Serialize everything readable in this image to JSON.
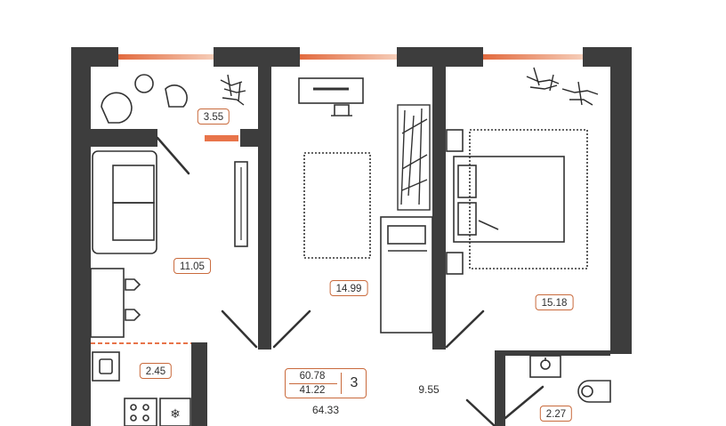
{
  "plan": {
    "rooms": [
      {
        "id": "balcony",
        "area": "3.55"
      },
      {
        "id": "living",
        "area": "11.05"
      },
      {
        "id": "bedroom-middle",
        "area": "14.99"
      },
      {
        "id": "bedroom-right",
        "area": "15.18"
      },
      {
        "id": "kitchen",
        "area": "2.45"
      },
      {
        "id": "hall",
        "area": "9.55"
      },
      {
        "id": "bathroom",
        "area": "2.27"
      }
    ],
    "summary": {
      "total_area": "60.78",
      "living_area": "41.22",
      "rooms": "3",
      "overall_area": "64.33"
    },
    "colors": {
      "wall": "#3d3d3d",
      "accent": "#c96a3c",
      "window": "#e8744a",
      "furniture": "#333333"
    }
  }
}
